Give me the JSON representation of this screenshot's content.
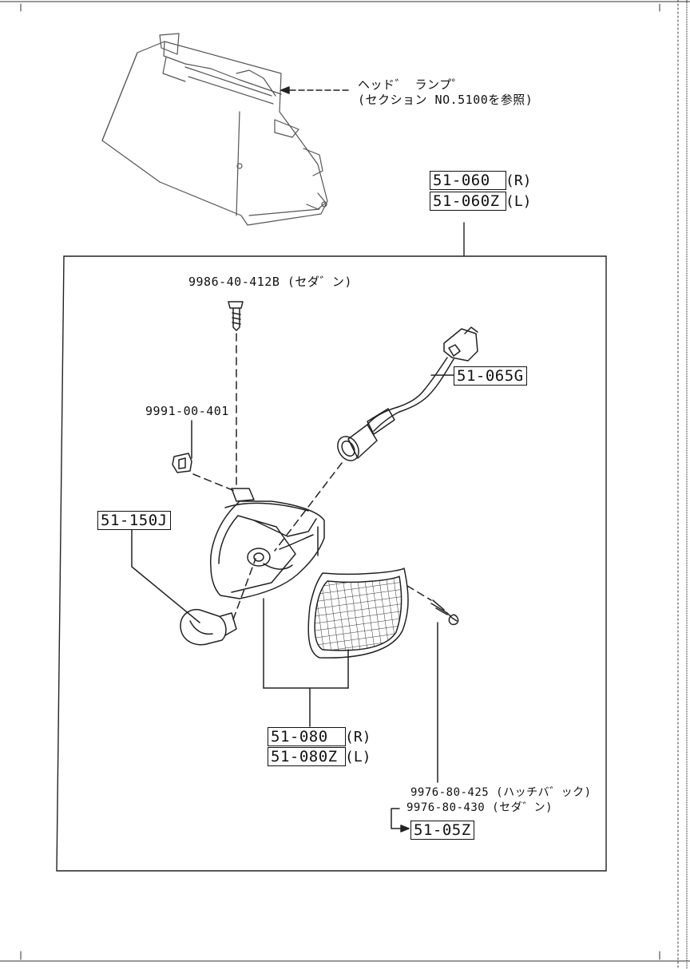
{
  "headlamp": {
    "label_line1": "ヘッド゛ ランプ゜",
    "label_line2": "(セクション NO.5100を参照)"
  },
  "assembly": {
    "part_r": "51-060",
    "part_r_side": "(R)",
    "part_l": "51-060Z",
    "part_l_side": "(L)"
  },
  "parts": {
    "screw_top": "9986-40-412B (セダ゛ン)",
    "clip": "9991-00-401",
    "harness": "51-065G",
    "bulb": "51-150J",
    "lens_r": "51-080",
    "lens_r_side": "(R)",
    "lens_l": "51-080Z",
    "lens_l_side": "(L)",
    "screw_hatch": "9976-80-425 (ハッチバ゛ック)",
    "screw_sedan": "9976-80-430 (セダ゛ン)",
    "screw_set": "51-05Z"
  }
}
